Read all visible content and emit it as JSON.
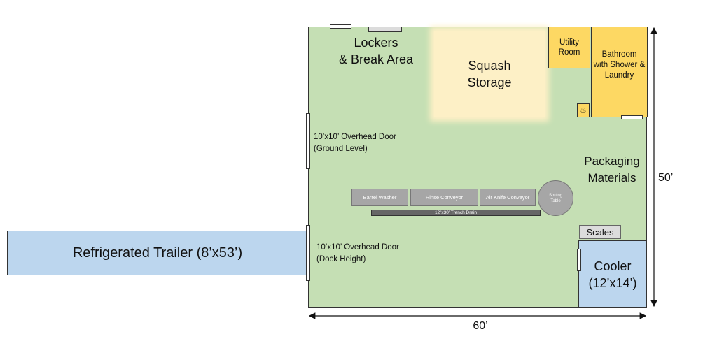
{
  "areas": {
    "lockers": "Lockers\n& Break Area",
    "squash": "Squash\nStorage",
    "utility": "Utility\nRoom",
    "bathroom": "Bathroom\nwith Shower &\nLaundry",
    "packaging": "Packaging\nMaterials",
    "scales": "Scales",
    "cooler": "Cooler\n(12’x14’)",
    "trailer": "Refrigerated Trailer (8’x53’)"
  },
  "doors": {
    "ground": "10’x10’ Overhead Door\n(Ground Level)",
    "dock": "10’x10’ Overhead Door\n(Dock Height)"
  },
  "equipment": {
    "barrel_washer": "Barrel Washer",
    "rinse_conveyor": "Rinse Conveyor",
    "air_knife": "Air Knife Conveyor",
    "sorting_table": "Sorting\nTable",
    "trench_drain": "12”x30’ Trench Drain"
  },
  "dimensions": {
    "width": "60’",
    "height": "50’"
  },
  "colors": {
    "floor": "#c5dfb4",
    "room_yellow": "#fdd863",
    "squash_storage": "#fdf0c6",
    "cold_blue": "#bcd6ee",
    "equipment_gray": "#a6a6a6"
  },
  "icons": {
    "bath_fixture": "person-washing-icon"
  }
}
